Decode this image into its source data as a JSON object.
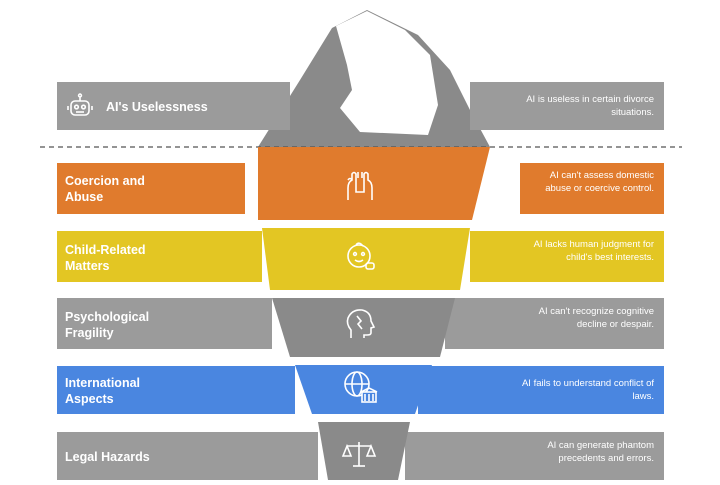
{
  "layers": [
    {
      "id": "useless",
      "label": "AI's Uselessness",
      "description": "AI is useless in certain divorce situations.",
      "icon": "robot-icon",
      "color": "#9b9b9b"
    },
    {
      "id": "coercion",
      "label": "Coercion and Abuse",
      "description": "AI can't assess domestic abuse or coercive control.",
      "icon": "raised-hands-icon",
      "color": "#e07b2d"
    },
    {
      "id": "child",
      "label": "Child-Related Matters",
      "description": "AI lacks human judgment for child's best interests.",
      "icon": "baby-face-icon",
      "color": "#e3c623"
    },
    {
      "id": "psych",
      "label": "Psychological Fragility",
      "description": "AI can't recognize cognitive decline or despair.",
      "icon": "head-profile-icon",
      "color": "#9b9b9b"
    },
    {
      "id": "intl",
      "label": "International Aspects",
      "description": "AI fails to understand conflict of laws.",
      "icon": "globe-building-icon",
      "color": "#4a86e0"
    },
    {
      "id": "legal",
      "label": "Legal Hazards",
      "description": "AI can generate phantom precedents and errors.",
      "icon": "scales-icon",
      "color": "#9b9b9b"
    }
  ],
  "colors": {
    "iceberg_top": "#8a8a8a",
    "iceberg_body": "#8a8a8a",
    "snow": "#ffffff",
    "waterline": "#555555"
  }
}
